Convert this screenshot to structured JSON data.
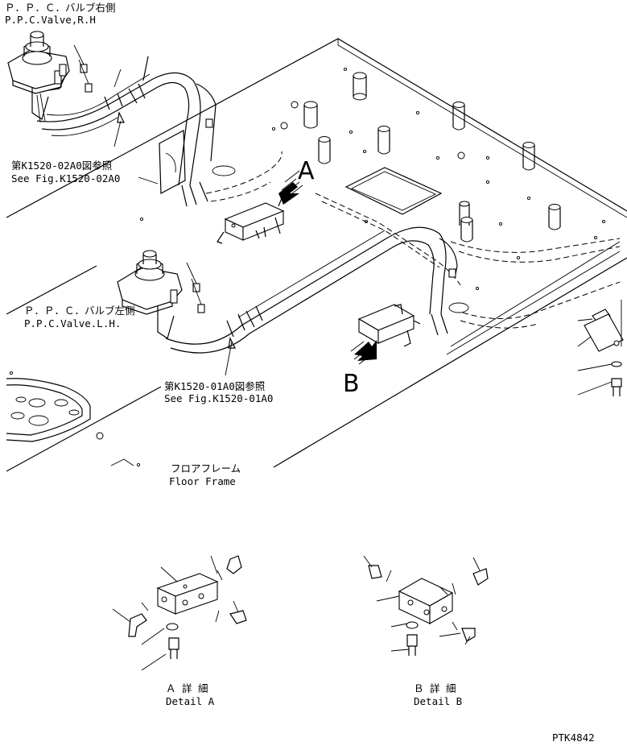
{
  "labels": {
    "ppc_rh_jp": "Ｐ．Ｐ．Ｃ．バルブ右側",
    "ppc_rh_en": "P.P.C.Valve,R.H",
    "ref_02_jp": "第K1520-02A0図参照",
    "ref_02_en": "See Fig.K1520-02A0",
    "ppc_lh_jp": "Ｐ．Ｐ．Ｃ．バルブ左側",
    "ppc_lh_en": "P.P.C.Valve.L.H.",
    "ref_01_jp": "第K1520-01A0図参照",
    "ref_01_en": "See Fig.K1520-01A0",
    "floor_jp": "フロアフレーム",
    "floor_en": "Floor Frame",
    "callout_a": "A",
    "callout_b": "B",
    "detail_a_jp": "Ａ 詳 細",
    "detail_a_en": "Detail A",
    "detail_b_jp": "Ｂ 詳 細",
    "detail_b_en": "Detail B",
    "drawing_no": "PTK4842"
  }
}
